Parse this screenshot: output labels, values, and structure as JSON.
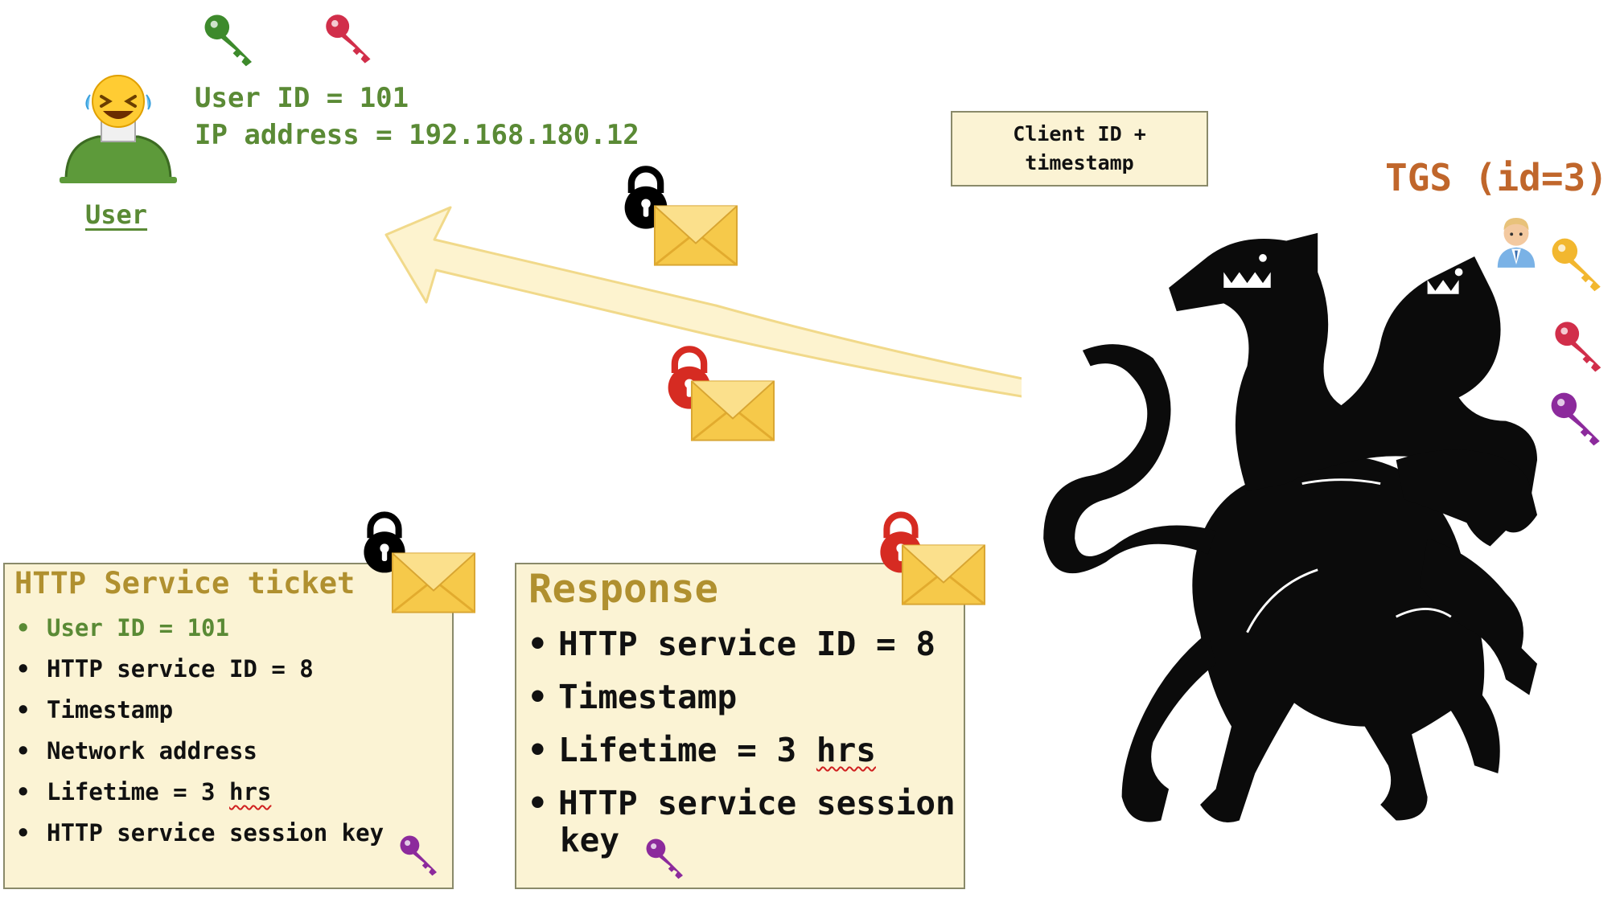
{
  "user": {
    "caption": "User",
    "id_line": "User ID = 101",
    "ip_line": "IP address = 192.168.180.12",
    "avatar_emoji": "face-with-tears-of-joy",
    "colors": {
      "text": "#5a8a35"
    }
  },
  "keys": {
    "user_key_color": "#3d8a2c",
    "tgs_session_key_color": "#d12e4a",
    "tgs_secret_key_color": "#f2b72f",
    "http_service_key_color": "#8c2a9c"
  },
  "message": {
    "client_box_line1": "Client ID +",
    "client_box_line2": "timestamp"
  },
  "tgs": {
    "label": "TGS (id=3)",
    "person_icon": "office-worker-icon",
    "mascot": "cerberus-three-headed-dog"
  },
  "http_service_ticket": {
    "title": "HTTP Service ticket",
    "bullet": "•",
    "items": [
      "User ID = 101",
      "HTTP service ID = 8",
      "Timestamp",
      "Network address",
      "Lifetime = 3 ",
      "HTTP service session key"
    ],
    "lifetime_unit": "hrs",
    "lock_color": "#000000"
  },
  "response": {
    "title": "Response",
    "bullet": "•",
    "items": [
      "HTTP service ID = 8",
      "Timestamp",
      "Lifetime = 3 ",
      "HTTP service session",
      "key"
    ],
    "lifetime_unit": "hrs",
    "lock_color": "#d62b22"
  },
  "envelope_color": "#f6c94a"
}
